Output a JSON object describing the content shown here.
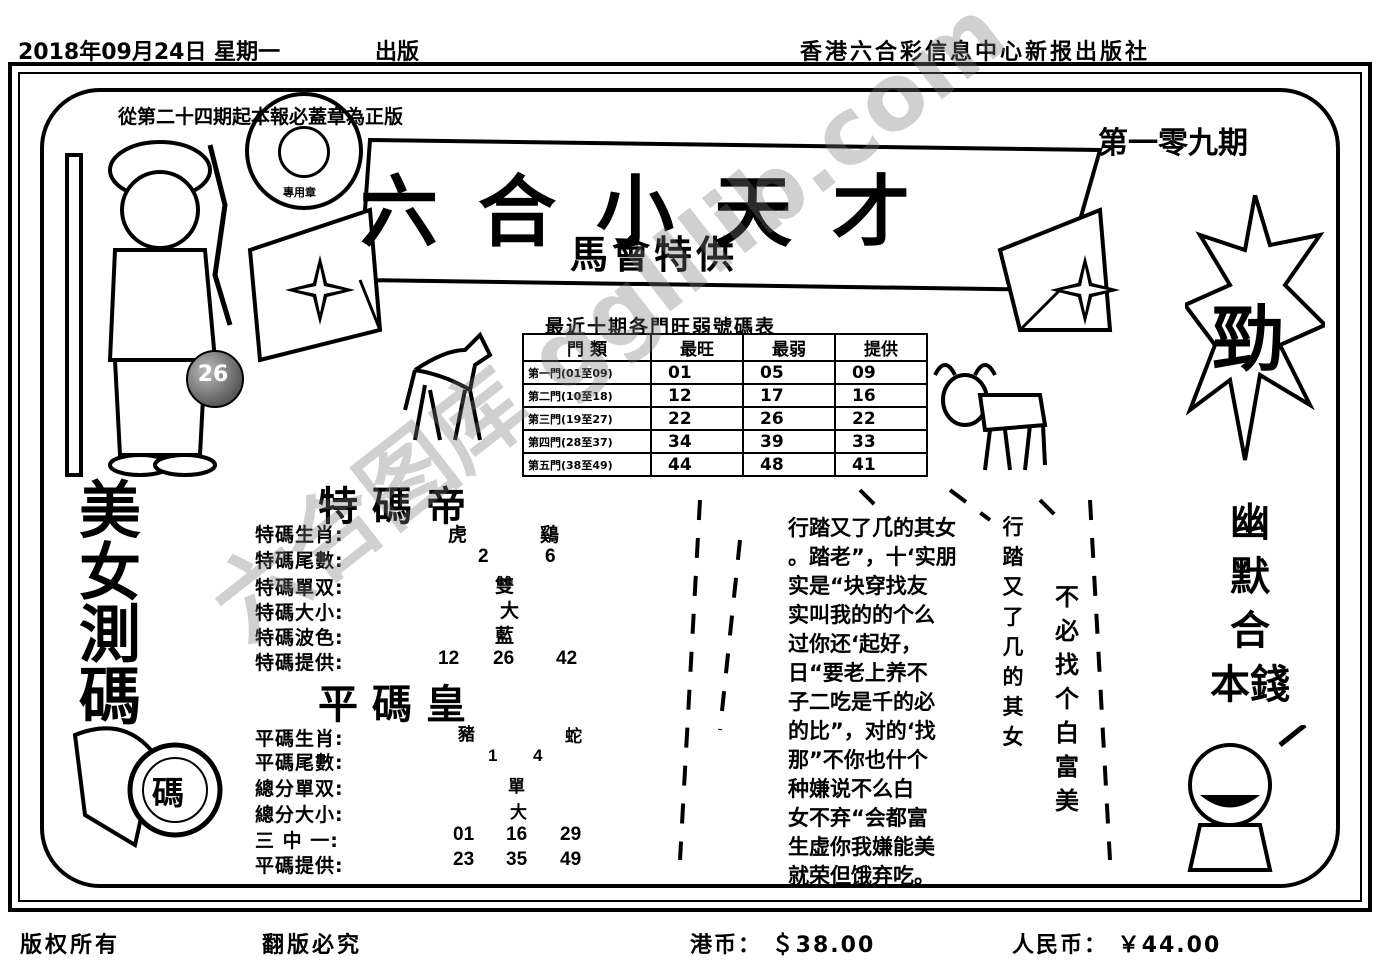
{
  "header": {
    "date": "2018年09月24日 星期一",
    "publish": "出版",
    "publisher": "香港六合彩信息中心新报出版社"
  },
  "banner": {
    "notice": "從第二十四期起本報必蓋章為正版",
    "issue": "第一零九期",
    "title": "六合小天才",
    "subtitle": "馬會特供",
    "ball_number": "26",
    "stamp_bottom": "專用章"
  },
  "table": {
    "title": "最近十期各門旺弱號碼表",
    "headers": [
      "門  類",
      "最旺",
      "最弱",
      "提供"
    ],
    "rows": [
      {
        "label": "第一門(01至09)",
        "hot": "01",
        "cold": "05",
        "pick": "09"
      },
      {
        "label": "第二門(10至18)",
        "hot": "12",
        "cold": "17",
        "pick": "16"
      },
      {
        "label": "第三門(19至27)",
        "hot": "22",
        "cold": "26",
        "pick": "22"
      },
      {
        "label": "第四門(28至37)",
        "hot": "34",
        "cold": "39",
        "pick": "33"
      },
      {
        "label": "第五門(38至49)",
        "hot": "44",
        "cold": "48",
        "pick": "41"
      }
    ]
  },
  "special": {
    "heading": "特碼帝",
    "rows": [
      {
        "label": "特碼生肖:",
        "values": [
          "虎",
          "鷄"
        ]
      },
      {
        "label": "特碼尾數:",
        "values": [
          "2",
          "6"
        ]
      },
      {
        "label": "特碼單双:",
        "values": [
          "雙"
        ]
      },
      {
        "label": "特碼大小:",
        "values": [
          "大"
        ]
      },
      {
        "label": "特碼波色:",
        "values": [
          "藍"
        ]
      },
      {
        "label": "特碼提供:",
        "values": [
          "12",
          "26",
          "42"
        ]
      }
    ]
  },
  "regular": {
    "heading": "平碼皇",
    "rows": [
      {
        "label": "平碼生肖:",
        "values": [
          "豬",
          "蛇"
        ]
      },
      {
        "label": "平碼尾數:",
        "values": [
          "1",
          "4"
        ]
      },
      {
        "label": "總分單双:",
        "values": [
          "單"
        ]
      },
      {
        "label": "總分大小:",
        "values": [
          "大"
        ]
      },
      {
        "label": "三 中 一:",
        "values": [
          "01",
          "16",
          "29"
        ]
      },
      {
        "label": "平碼提供:",
        "values": [
          "23",
          "35",
          "49"
        ]
      }
    ]
  },
  "left_vertical": [
    "美",
    "女",
    "測",
    "碼"
  ],
  "badge": "碼",
  "right_badges": [
    "勁",
    "幽",
    "默",
    "合",
    "本錢"
  ],
  "poem_columns": [
    "行踏又了几的其女",
    "。踏老”，十‘实朋",
    "实是“块穿找友",
    "实叫我的的个么",
    "过你还‘起好，",
    "日“要老上养不",
    "子二吃是千的必",
    "的比”，对的‘找",
    "那”不你也什个",
    "种嫌说不么白",
    "女不弃“会都富",
    "生虚你我嫌能美",
    "就荣但饿弃吃。"
  ],
  "side_slogan": "不必找个白富美",
  "footer": {
    "left1": "版权所有",
    "left2": "翻版必究",
    "hkd": "港币： ＄38.00",
    "rmb": "人民币： ￥44.00"
  },
  "watermark": "六合图库 gglllib.com"
}
